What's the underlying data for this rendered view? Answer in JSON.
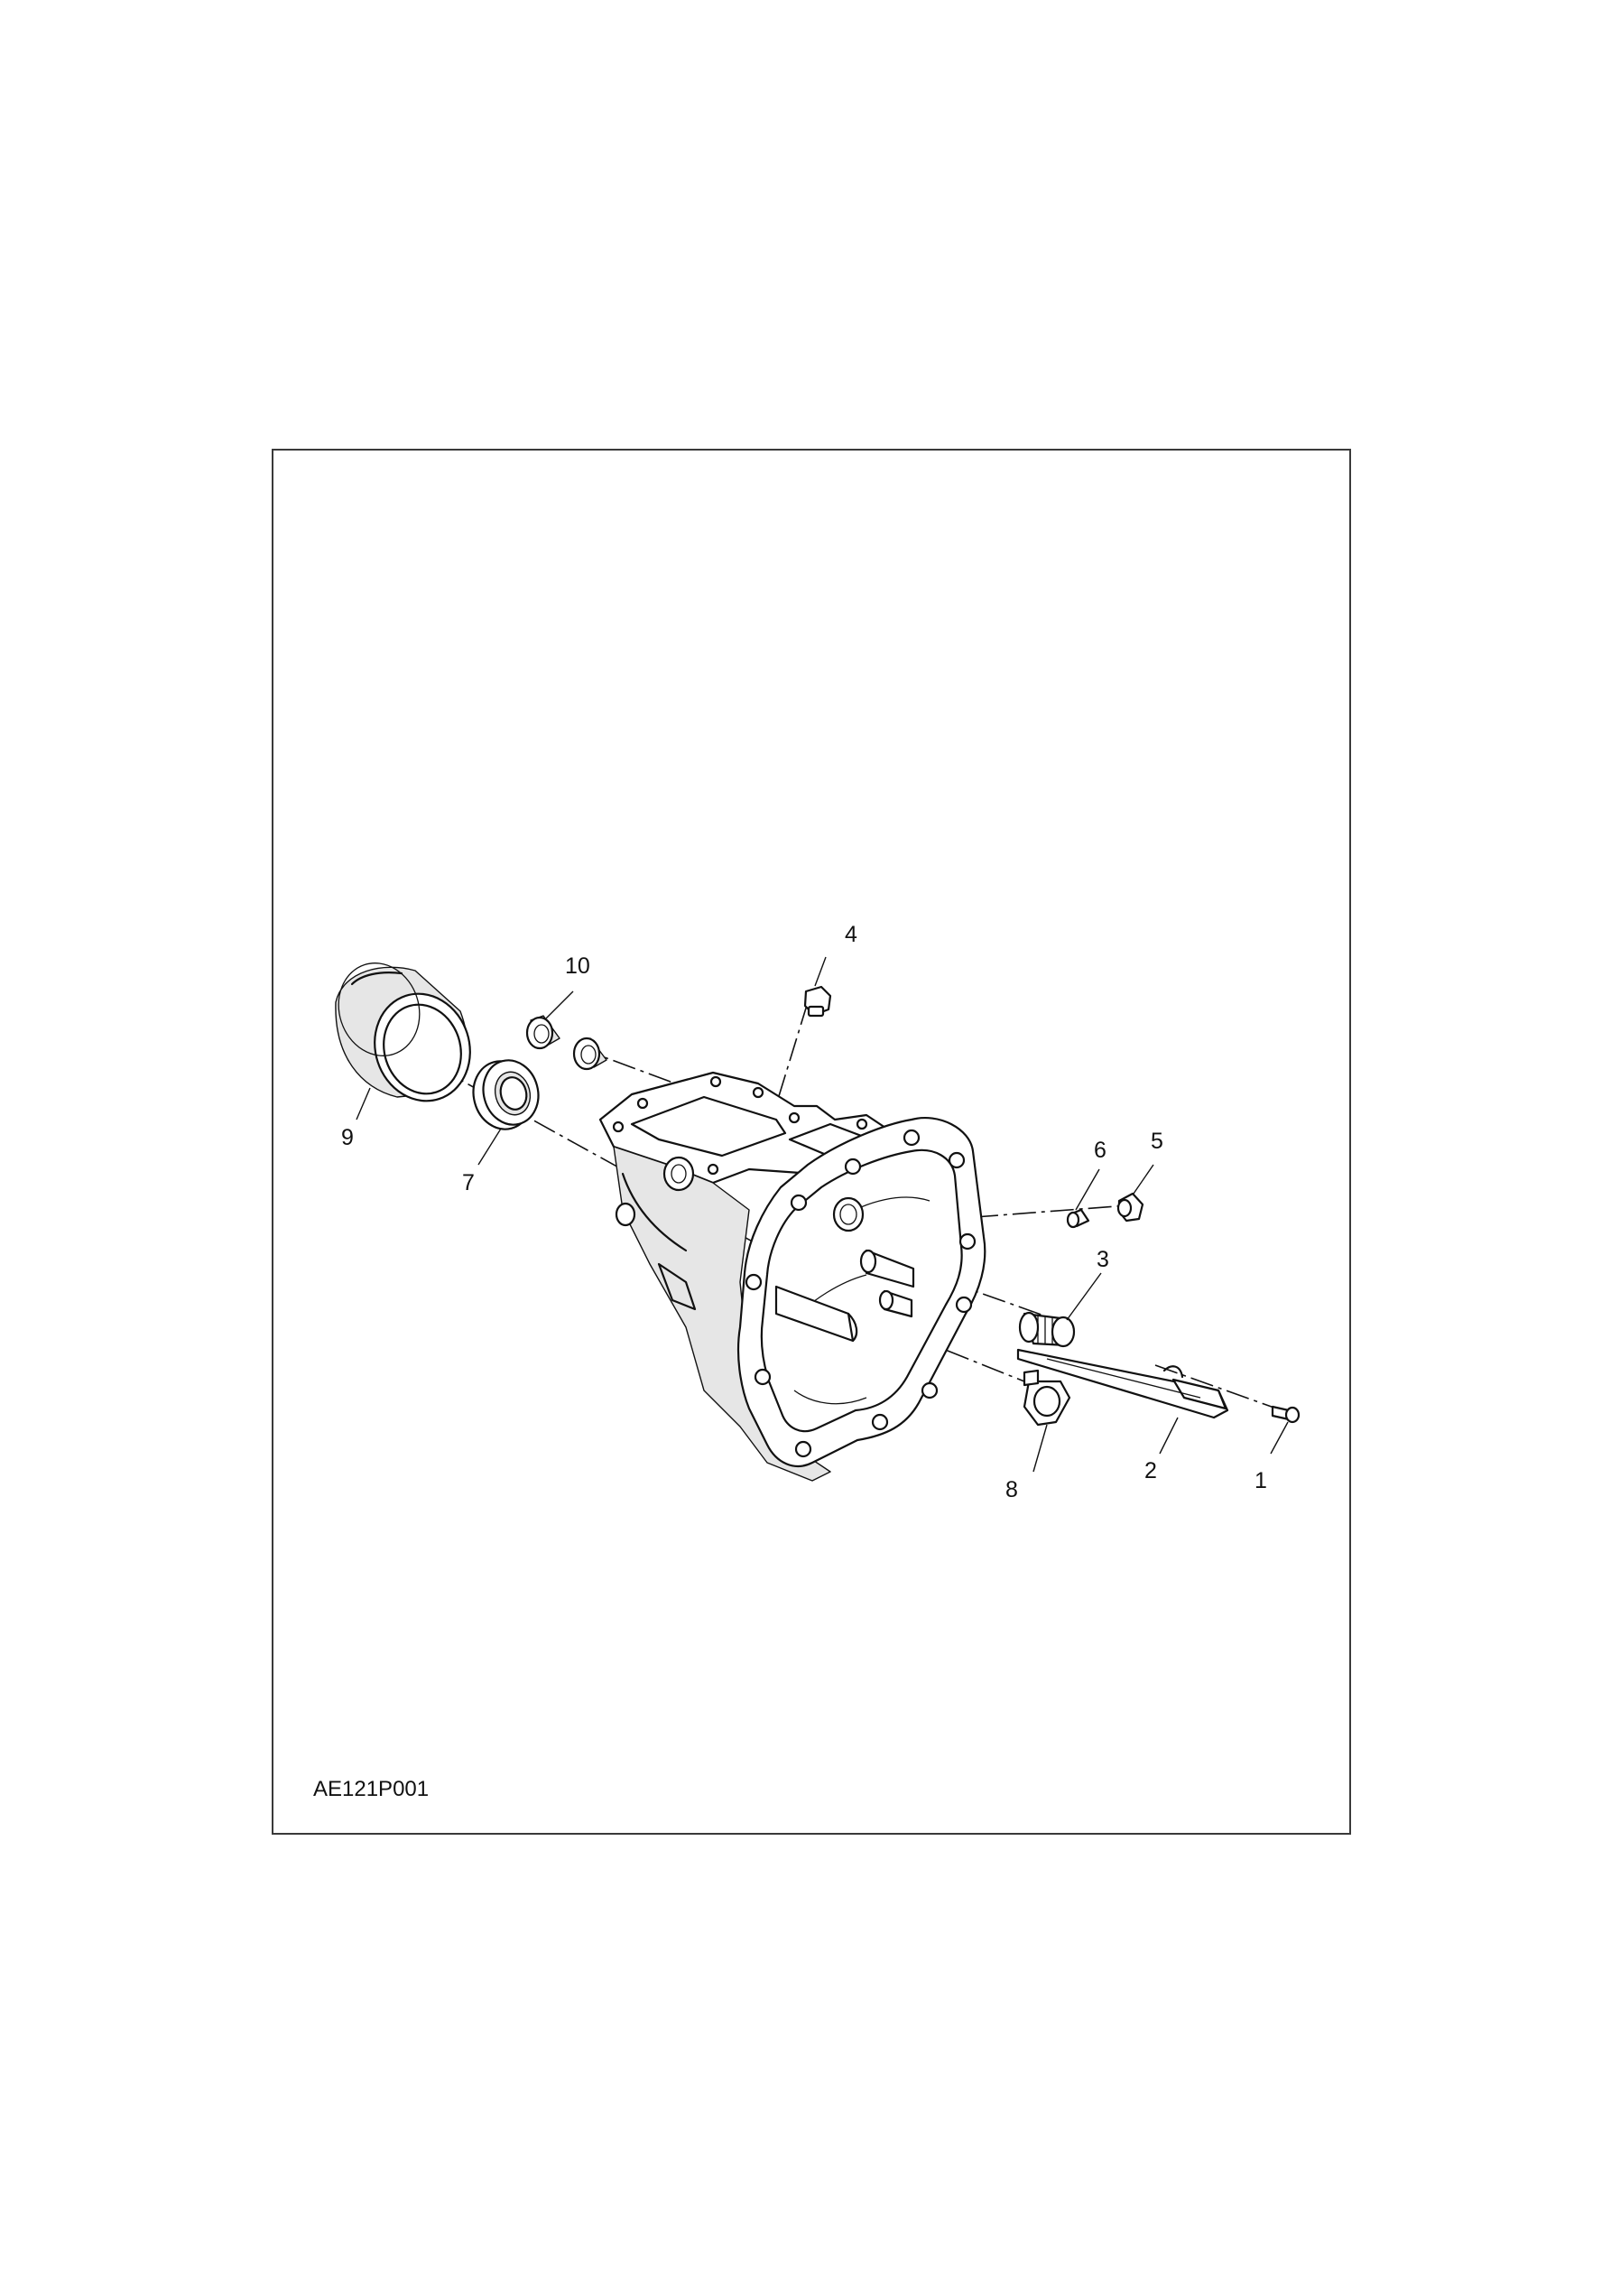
{
  "figure": {
    "reference_code": "AE121P001",
    "callouts": [
      {
        "id": "c1",
        "label": "1"
      },
      {
        "id": "c2",
        "label": "2"
      },
      {
        "id": "c3",
        "label": "3"
      },
      {
        "id": "c4",
        "label": "4"
      },
      {
        "id": "c5",
        "label": "5"
      },
      {
        "id": "c6",
        "label": "6"
      },
      {
        "id": "c7",
        "label": "7"
      },
      {
        "id": "c8",
        "label": "8"
      },
      {
        "id": "c9",
        "label": "9"
      },
      {
        "id": "c10",
        "label": "10"
      }
    ]
  }
}
